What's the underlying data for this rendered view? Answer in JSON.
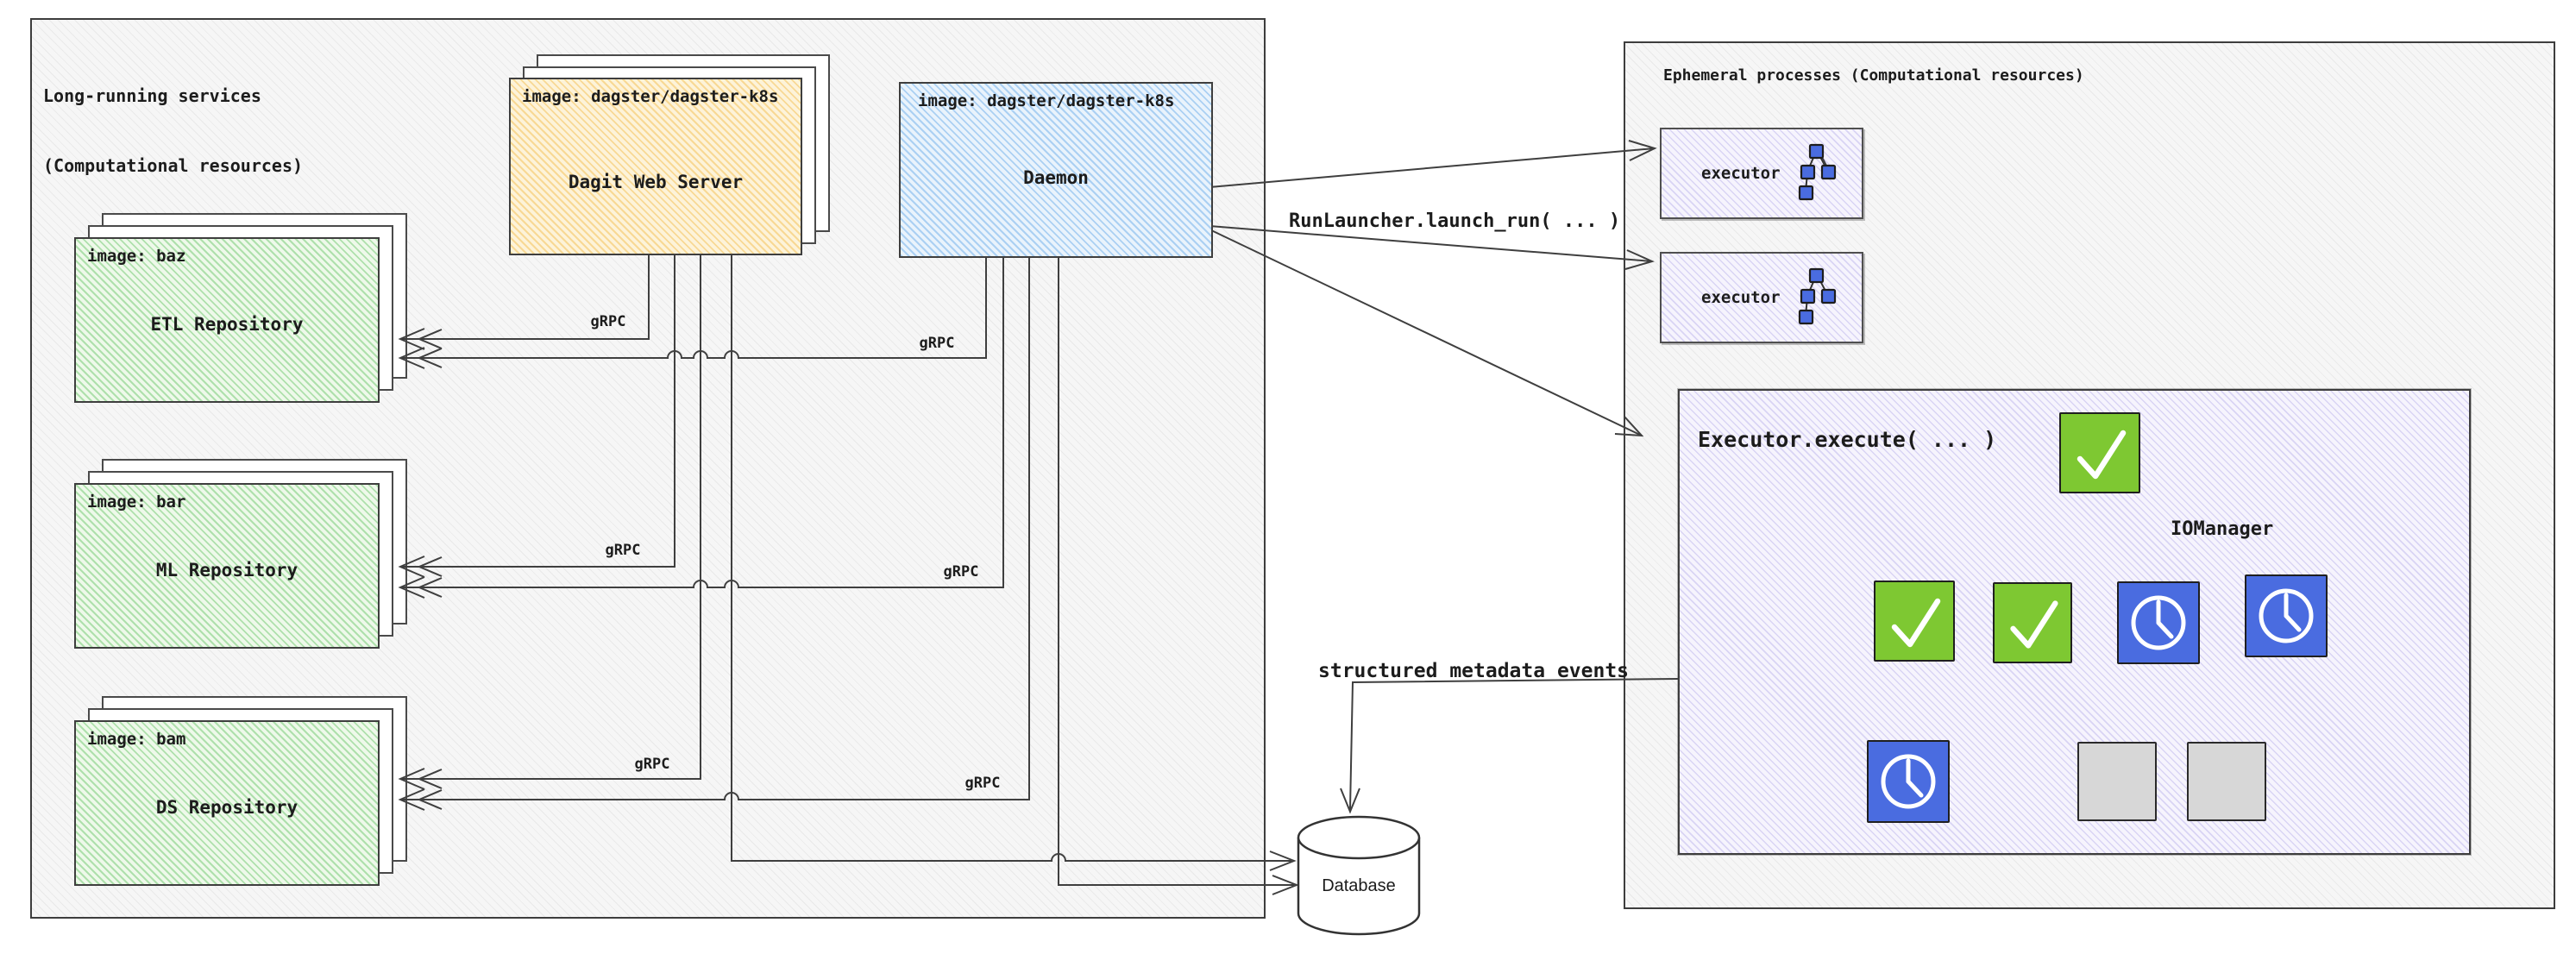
{
  "left_panel": {
    "title_line1": "Long-running services",
    "title_line2": "(Computational resources)",
    "dagit": {
      "image_label": "image: dagster/dagster-k8s",
      "name": "Dagit Web Server"
    },
    "daemon": {
      "image_label": "image: dagster/dagster-k8s",
      "name": "Daemon"
    },
    "repos": [
      {
        "image_label": "image: baz",
        "name": "ETL Repository"
      },
      {
        "image_label": "image: bar",
        "name": "ML Repository"
      },
      {
        "image_label": "image: bam",
        "name": "DS Repository"
      }
    ],
    "grpc_labels": [
      "gRPC",
      "gRPC",
      "gRPC",
      "gRPC",
      "gRPC",
      "gRPC"
    ]
  },
  "middle": {
    "run_launcher_label": "RunLauncher.launch_run( ... )",
    "metadata_label": "structured metadata events",
    "database_label": "Database"
  },
  "right_panel": {
    "title": "Ephemeral processes (Computational resources)",
    "executors": [
      {
        "label": "executor"
      },
      {
        "label": "executor"
      }
    ],
    "execute_box": {
      "title": "Executor.execute( ... )",
      "iomanager_label": "IOManager",
      "tree_nodes": [
        {
          "id": "root",
          "state": "success-check"
        },
        {
          "id": "child-1",
          "state": "success-check"
        },
        {
          "id": "child-2",
          "state": "success-check"
        },
        {
          "id": "child-3",
          "state": "waiting-clock"
        },
        {
          "id": "child-4",
          "state": "waiting-clock"
        },
        {
          "id": "grandchild-1",
          "state": "waiting-clock"
        },
        {
          "id": "grandchild-2",
          "state": "queued-gray"
        },
        {
          "id": "grandchild-3",
          "state": "queued-gray"
        }
      ]
    }
  },
  "colors": {
    "accent_green": "#7ec832",
    "accent_blue": "#4a6ce0",
    "gray_node": "#d7d7d7",
    "repo_fill": "#ddf1d6",
    "dagit_fill": "#fbe7b4",
    "daemon_fill": "#cfe5f8",
    "executor_fill": "#f3f0fc",
    "line_color": "#3f3f3f"
  }
}
